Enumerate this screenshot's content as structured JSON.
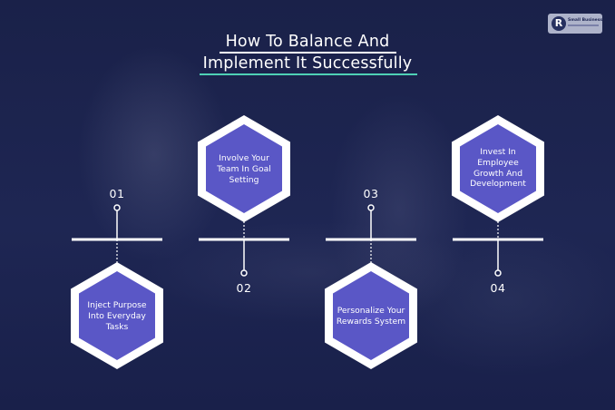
{
  "title": {
    "line1": "How To Balance And",
    "line2": "Implement It Successfully"
  },
  "logo": {
    "mark": "R",
    "text": "Small Business"
  },
  "steps": [
    {
      "number": "01",
      "text": "Inject Purpose Into Everyday Tasks"
    },
    {
      "number": "02",
      "text": "Involve Your Team In Goal Setting"
    },
    {
      "number": "03",
      "text": "Personalize Your Rewards System"
    },
    {
      "number": "04",
      "text": "Invest In Employee Growth And Development"
    }
  ],
  "colors": {
    "background": "#1b2350",
    "hexagon_fill": "#5a57c6",
    "hexagon_border": "#ffffff",
    "line": "#ffffff",
    "title_underline_accent": "#4fd1b5"
  }
}
